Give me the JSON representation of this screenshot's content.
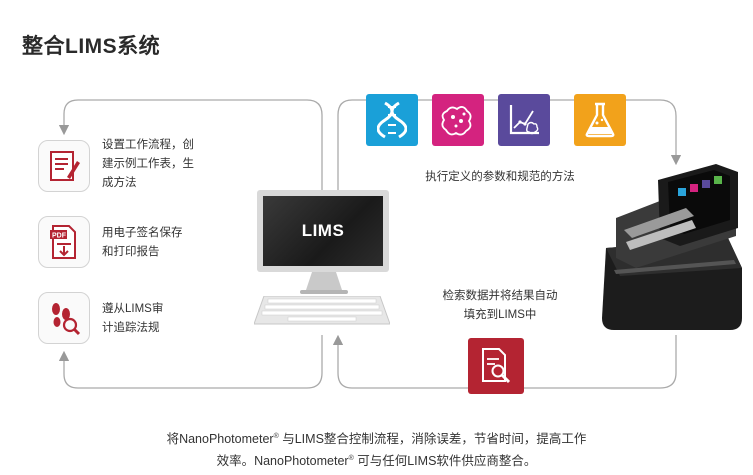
{
  "title": "整合LIMS系统",
  "left_items": [
    {
      "lines": [
        "设置工作流程，创",
        "建示例工作表，生",
        "成方法"
      ]
    },
    {
      "lines": [
        "用电子签名保存",
        "和打印报告"
      ]
    },
    {
      "lines": [
        "遵从LIMS审",
        "计追踪法规"
      ]
    }
  ],
  "pdf_label": "PDF",
  "lims_label": "LIMS",
  "top_caption": "执行定义的参数和规范的方法",
  "right_caption": [
    "检索数据并将结果自动",
    "填充到LIMS中"
  ],
  "footer": {
    "line1_a": "将NanoPhotometer",
    "line1_b": "与LIMS整合控制流程，消除误差，节省时间，提高工作",
    "line2_a": "效率。NanoPhotometer",
    "line2_b": "可与任何LIMS软件供应商整合。",
    "reg": "®"
  },
  "tile_colors": {
    "dna": "#1aa0d8",
    "cells": "#d4237f",
    "chart": "#5a4a9c",
    "flask": "#f2a21b"
  },
  "accent": "#b42432"
}
